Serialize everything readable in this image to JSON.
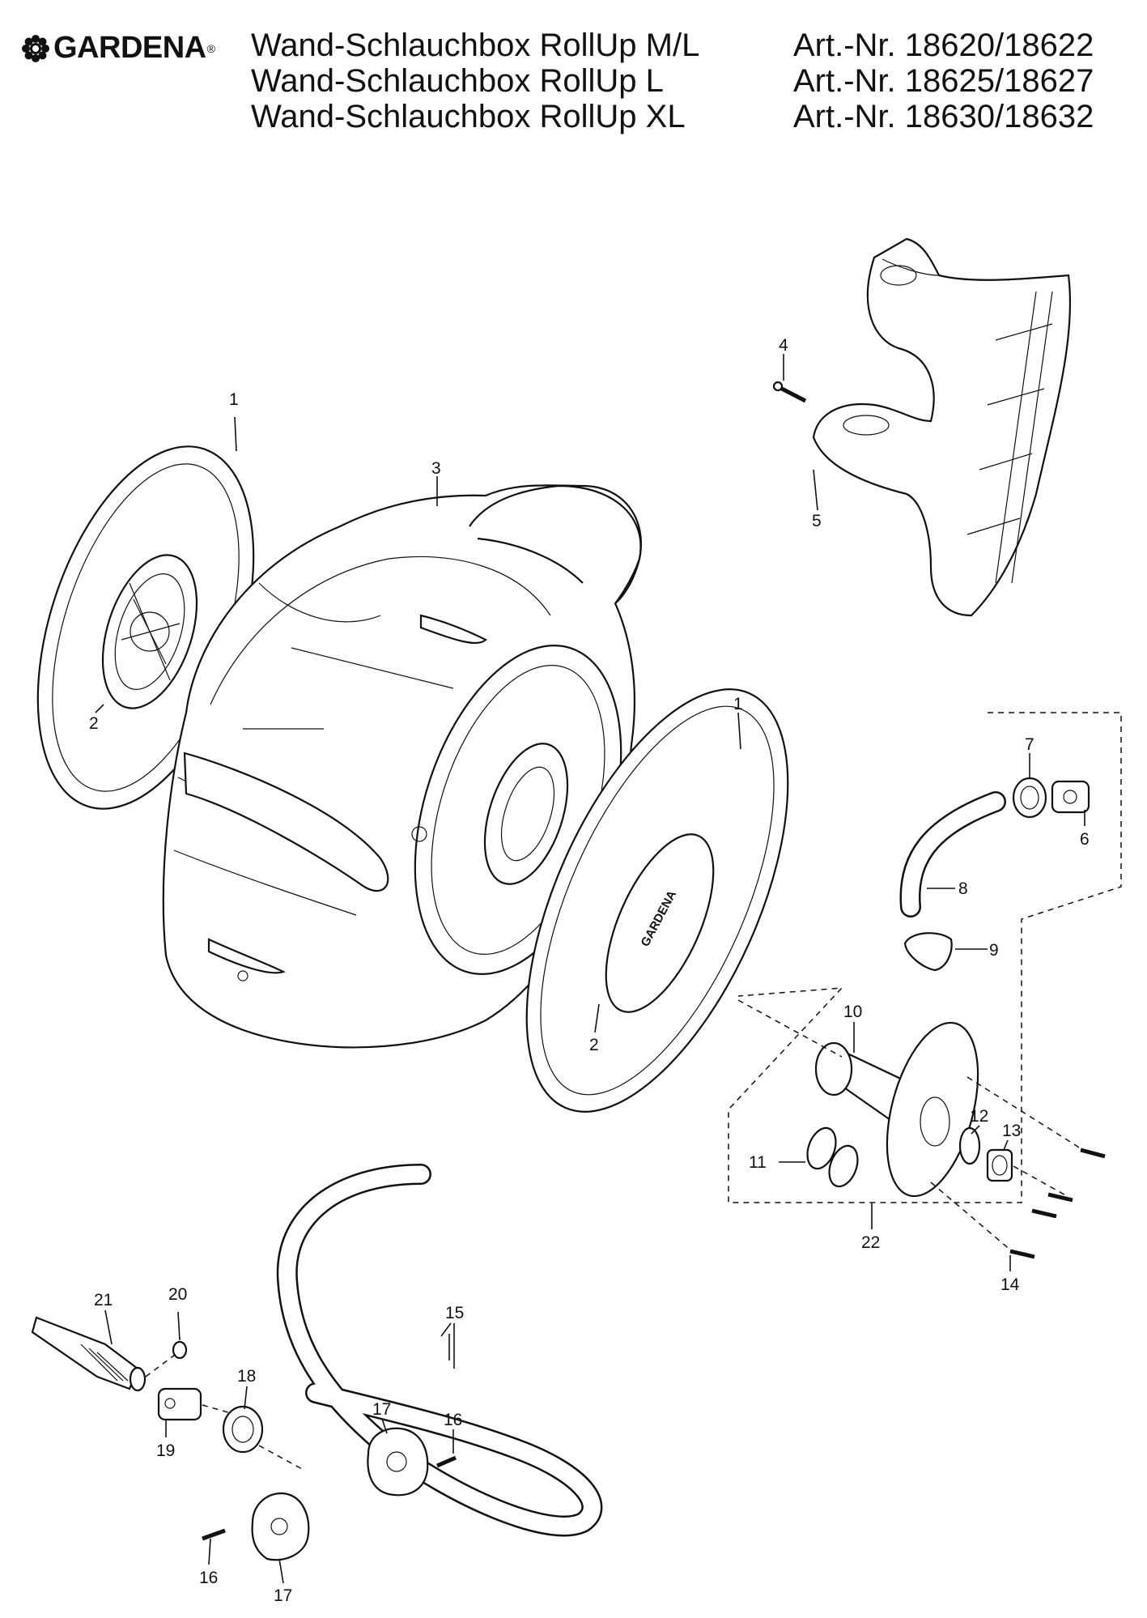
{
  "brand": {
    "name": "GARDENA",
    "reg": "®"
  },
  "titles": [
    "Wand-Schlauchbox RollUp M/L",
    "Wand-Schlauchbox RollUp L",
    "Wand-Schlauchbox RollUp XL"
  ],
  "art_numbers": [
    "Art.-Nr. 18620/18622",
    "Art.-Nr. 18625/18627",
    "Art.-Nr. 18630/18632"
  ],
  "part_labels": {
    "p1a": "1",
    "p1b": "1",
    "p2a": "2",
    "p2b": "2",
    "p3": "3",
    "p4": "4",
    "p5": "5",
    "p6": "6",
    "p7": "7",
    "p8": "8",
    "p9": "9",
    "p10": "10",
    "p11": "11",
    "p12": "12",
    "p13": "13",
    "p14": "14",
    "p15": "15",
    "p16a": "16",
    "p16b": "16",
    "p17a": "17",
    "p17b": "17",
    "p18": "18",
    "p19": "19",
    "p20": "20",
    "p21": "21",
    "p22": "22"
  },
  "reel_logo_text": "GARDENA"
}
